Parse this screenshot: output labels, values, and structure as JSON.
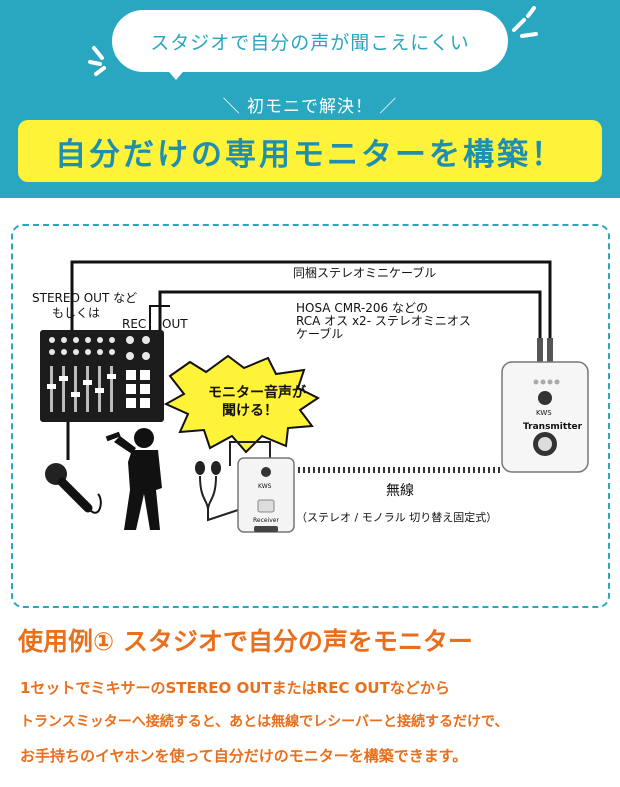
{
  "header": {
    "bubble_text": "スタジオで自分の声が聞こえにくい",
    "sub_line": "＼ 初モニで解決！ ／",
    "title": "自分だけの専用モニターを構築！",
    "colors": {
      "teal": "#2aa7c0",
      "yellow": "#fff33a",
      "title_blue": "#1f8fb0"
    }
  },
  "diagram": {
    "cable_label": "同梱ステレオミニケーブル",
    "stereo_out_line1": "STEREO OUT など",
    "stereo_out_line2": "もしくは",
    "rec_label": "REC",
    "out_label": "OUT",
    "hosa_line1": "HOSA CMR-206 などの",
    "hosa_line2": "RCA オス x2- ステレオミニオス",
    "hosa_line3": "ケーブル",
    "burst_line1": "モニター音声が",
    "burst_line2": "聞ける！",
    "wireless_label": "無線",
    "mode_label": "（ステレオ / モノラル 切り替え固定式）",
    "transmitter_label": "Transmitter",
    "receiver_label": "Receiver",
    "brand": "KWS"
  },
  "usage": {
    "title": "使用例① スタジオで自分の声をモニター",
    "lines": [
      "1セットでミキサーのSTEREO OUTまたはREC OUTなどから",
      "トランスミッターへ接続すると、あとは無線でレシーバーと接続するだけで、",
      "お手持ちのイヤホンを使って自分だけのモニターを構築できます。"
    ],
    "color": "#ea6f1c"
  }
}
